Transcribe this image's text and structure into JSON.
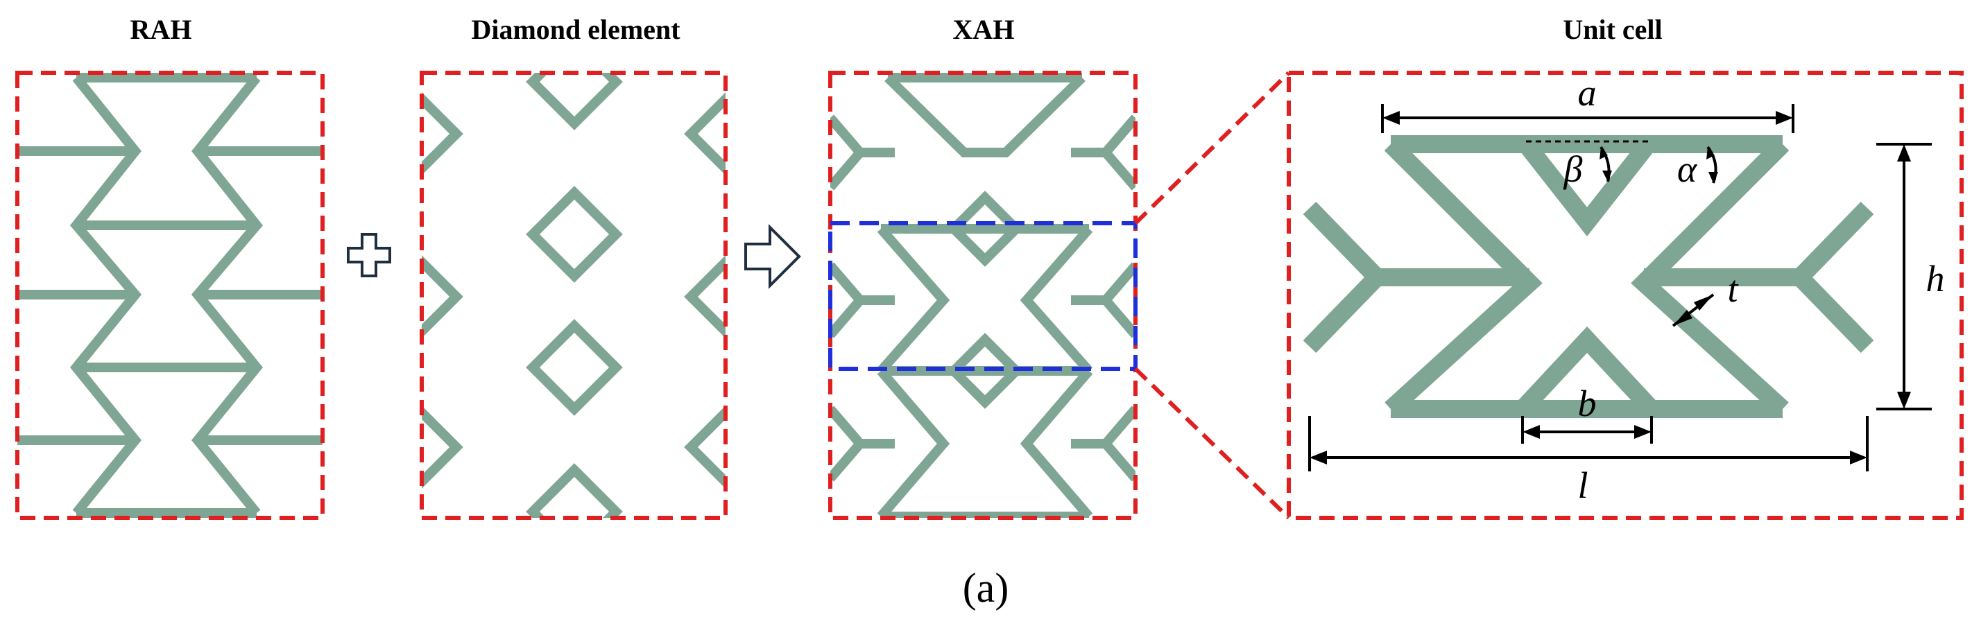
{
  "panels": {
    "rah": {
      "title": "RAH"
    },
    "diamond": {
      "title": "Diamond element"
    },
    "xah": {
      "title": "XAH"
    },
    "unit_cell": {
      "title": "Unit cell"
    }
  },
  "dimensions": {
    "a": "a",
    "b": "b",
    "h": "h",
    "l": "l",
    "t": "t",
    "alpha": "α",
    "beta": "β"
  },
  "caption": "(a)",
  "colors": {
    "strut": "#7fa595",
    "red_dash": "#e02020",
    "blue_dash": "#1f2fd9",
    "arrow_outline": "#1f2f3f"
  },
  "icons": {
    "plus": "plus-icon",
    "arrow": "right-arrow-icon"
  }
}
